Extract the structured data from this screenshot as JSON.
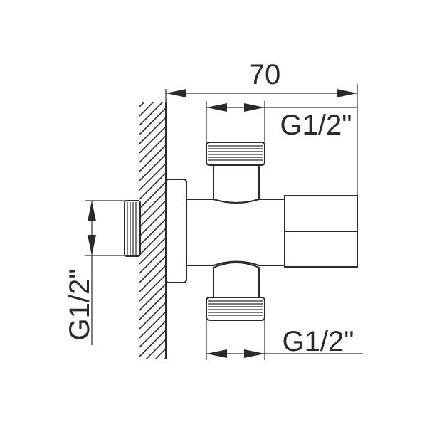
{
  "dimensions": {
    "overall_length": "70",
    "top_outlet_thread": "G1/2\"",
    "bottom_outlet_thread": "G1/2\"",
    "inlet_thread": "G1/2\""
  }
}
